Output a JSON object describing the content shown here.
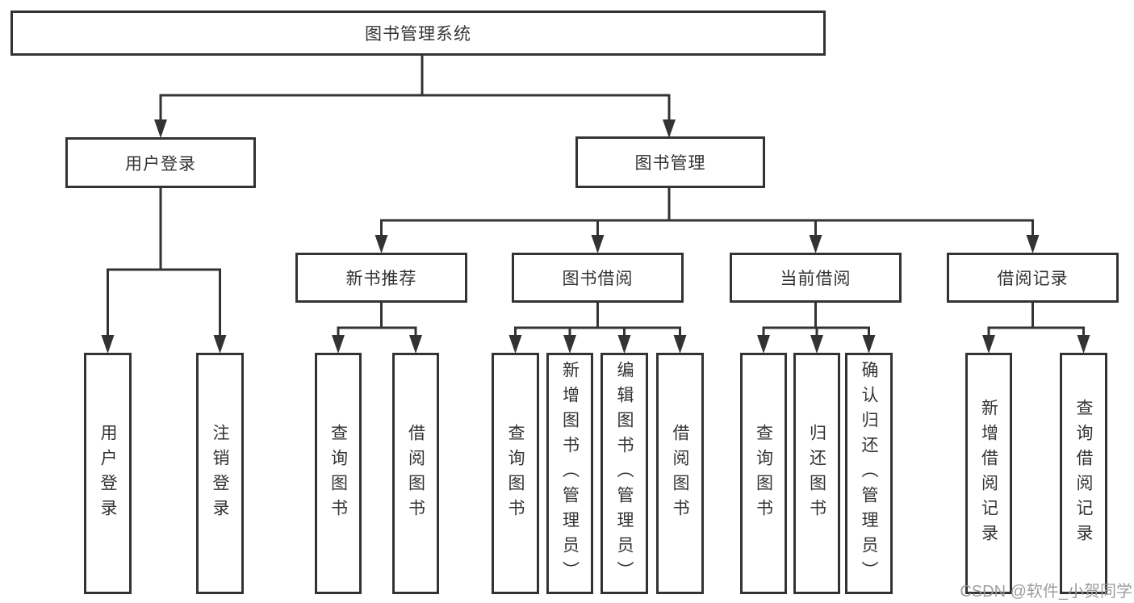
{
  "title": {
    "label": "图书管理系统"
  },
  "level2": {
    "user_login": "用户登录",
    "book_mgmt": "图书管理"
  },
  "level3": {
    "new_book": "新书推荐",
    "book_borrow": "图书借阅",
    "current_borrow": "当前借阅",
    "borrow_record": "借阅记录"
  },
  "leaves": {
    "user_login": [
      "用户登录",
      "注销登录"
    ],
    "new_book": [
      "查询图书",
      "借阅图书"
    ],
    "book_borrow": [
      "查询图书",
      "新增图书（管理员）",
      "编辑图书（管理员）",
      "借阅图书"
    ],
    "current_borrow": [
      "查询图书",
      "归还图书",
      "确认归还（管理员）"
    ],
    "borrow_record": [
      "新增借阅记录",
      "查询借阅记录"
    ]
  },
  "watermark": "CSDN @软件_小贺同学",
  "colors": {
    "line": "#333333",
    "box_fill": "#ffffff",
    "text": "#333333",
    "watermark": "#999999"
  }
}
